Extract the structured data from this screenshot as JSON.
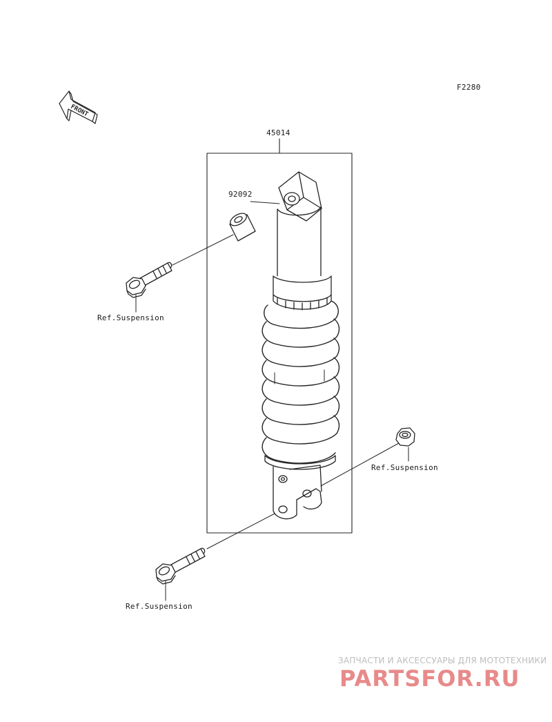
{
  "figure_code": "F2280",
  "front_arrow": "FRONT",
  "parts": {
    "assembly": "45014",
    "bushing": "92092"
  },
  "references": {
    "upper_bolt": "Ref.Suspension",
    "lower_nut": "Ref.Suspension",
    "lower_bolt": "Ref.Suspension"
  },
  "watermark": {
    "tagline": "ЗАПЧАСТИ И АКСЕССУАРЫ ДЛЯ МОТОТЕХНИКИ",
    "logo": "PARTSFOR.RU"
  },
  "colors": {
    "line": "#222222",
    "watermark_logo": "#e88a8a",
    "watermark_text": "#bdbdbd"
  }
}
